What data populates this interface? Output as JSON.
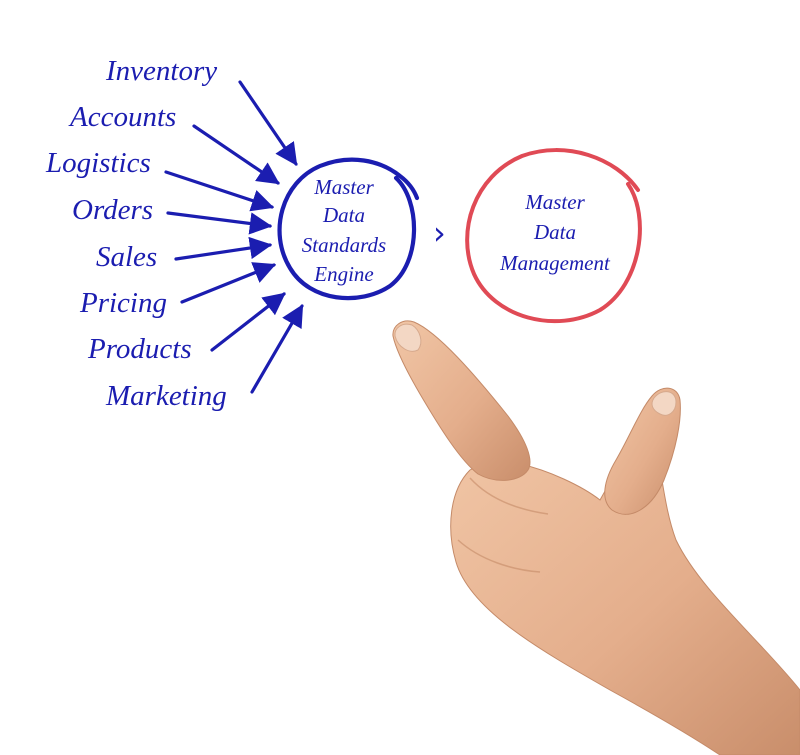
{
  "diagram": {
    "sources": [
      {
        "id": "inventory",
        "label": "Inventory"
      },
      {
        "id": "accounts",
        "label": "Accounts"
      },
      {
        "id": "logistics",
        "label": "Logistics"
      },
      {
        "id": "orders",
        "label": "Orders"
      },
      {
        "id": "sales",
        "label": "Sales"
      },
      {
        "id": "pricing",
        "label": "Pricing"
      },
      {
        "id": "products",
        "label": "Products"
      },
      {
        "id": "marketing",
        "label": "Marketing"
      }
    ],
    "hub": {
      "lines": [
        "Master",
        "Data",
        "Standards",
        "Engine"
      ]
    },
    "connector_glyph": "›",
    "target": {
      "lines": [
        "Master",
        "Data",
        "Management"
      ]
    }
  },
  "colors": {
    "text": "#1b1db0",
    "arrows": "#1b1db0",
    "hub_circle": "#1b1db0",
    "target_circle": "#e04a55",
    "skin": "#e9b796",
    "skin_shadow": "#c88e6c",
    "background": "#ffffff"
  },
  "illustration": {
    "hand": "pointing-hand"
  }
}
